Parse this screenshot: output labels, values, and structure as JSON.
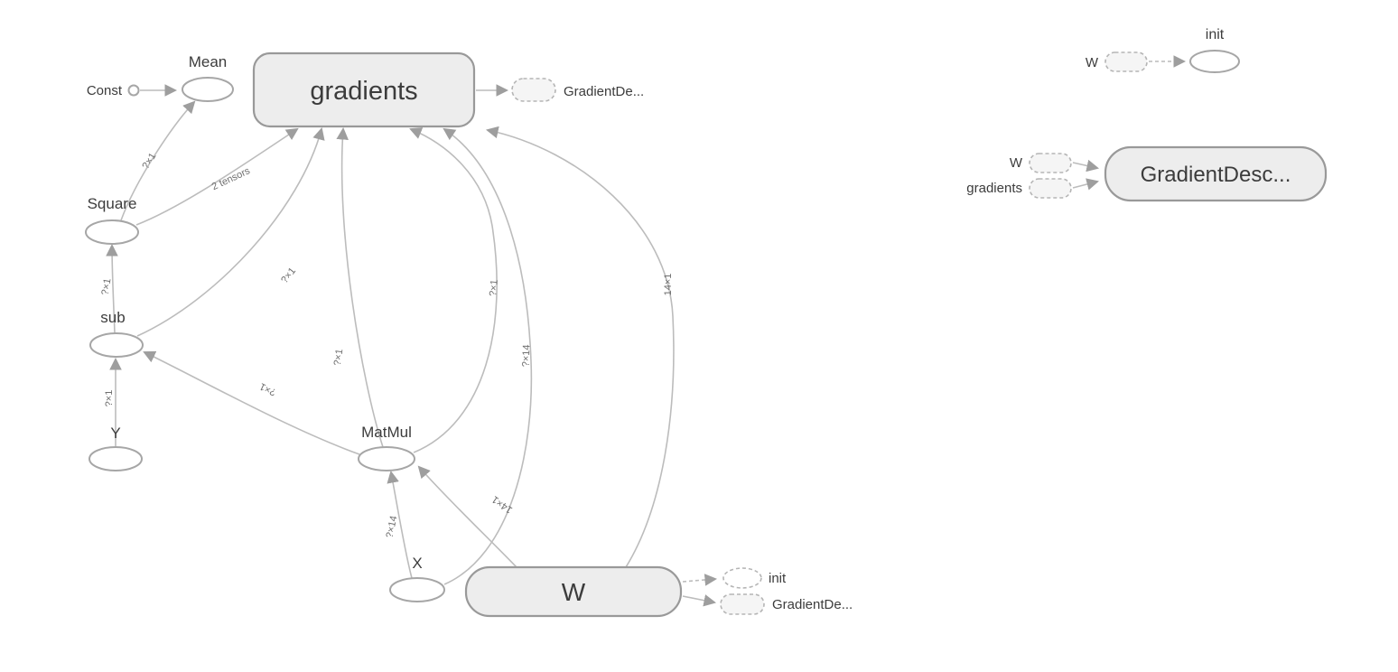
{
  "colors": {
    "background": "#ffffff",
    "node_fill": "#ededed",
    "node_stroke": "#999999",
    "ellipse_fill": "#ffffff",
    "edge": "#bcbcbc",
    "node_label": "#3c3c3c",
    "edge_label": "#6e6e6e"
  },
  "graph": {
    "nodes": {
      "const": "Const",
      "mean": "Mean",
      "gradients": "gradients",
      "gradients_output_ref": "GradientDe...",
      "square": "Square",
      "sub": "sub",
      "y": "Y",
      "matmul": "MatMul",
      "x": "X",
      "w": "W",
      "w_init_ref": "init",
      "w_output_ref": "GradientDe..."
    },
    "edge_labels": {
      "square_mean": "?×1",
      "square_gradients": "2 tensors",
      "sub_square": "?×1",
      "sub_gradients": "?×1",
      "y_sub": "?×1",
      "matmul_sub": "?×1",
      "matmul_gradients_left": "?×1",
      "matmul_gradients_right": "?×1",
      "x_matmul": "?×14",
      "x_gradients": "?×14",
      "w_matmul": "14×1",
      "w_gradients": "14×1"
    }
  },
  "aux_init": {
    "input_label": "W",
    "node_label": "init"
  },
  "aux_gd": {
    "input1_label": "W",
    "input2_label": "gradients",
    "node_label": "GradientDesc..."
  }
}
